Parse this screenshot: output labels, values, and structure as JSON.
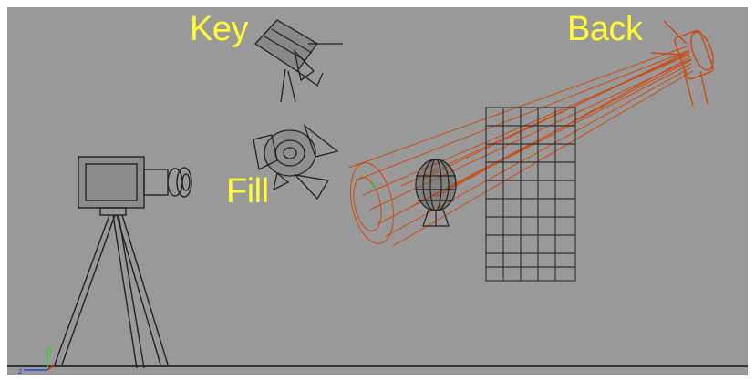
{
  "viewport": {
    "background": "#999999",
    "ground_line_color": "#333333",
    "wire_color": "#222222",
    "beam_color": "#cc4a10",
    "label_color": "#ffff33"
  },
  "labels": {
    "key": "Key",
    "fill": "Fill",
    "back": "Back"
  },
  "objects": {
    "camera": "camera-icon",
    "tripod": "tripod-icon",
    "key_light": "spotlight-icon",
    "fill_light": "spotlight-icon",
    "back_light": "spotlight-icon",
    "head_model": "head-wireframe-icon",
    "backdrop_grid": "grid-panel-icon",
    "axis_gizmo": "axis-gizmo-icon"
  }
}
